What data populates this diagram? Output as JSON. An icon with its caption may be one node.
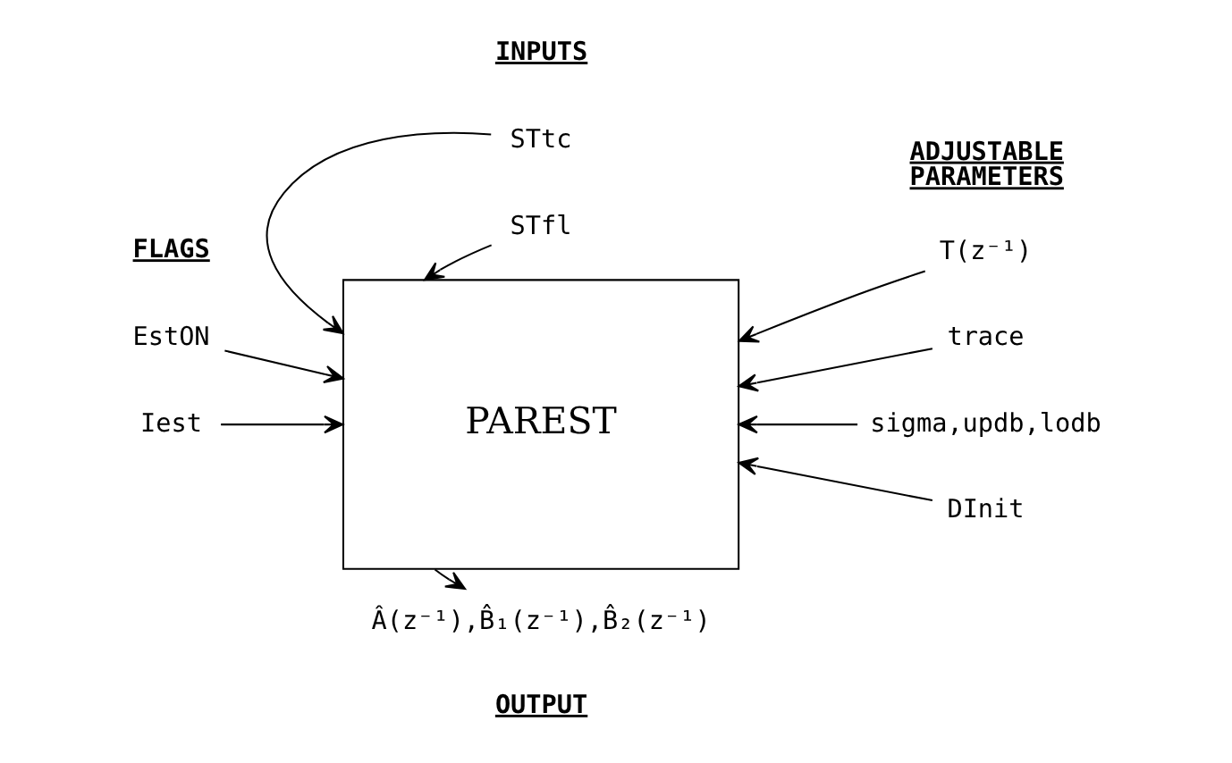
{
  "diagram": {
    "nodes": [
      {
        "text": [
          "STtc"
        ]
      },
      {
        "text": [
          "STfl"
        ]
      },
      {
        "text": [
          "EstON"
        ]
      },
      {
        "text": [
          "Iest"
        ]
      },
      {
        "text": [
          "PAREST"
        ]
      },
      {
        "text": [
          "T(z⁻¹)"
        ]
      },
      {
        "text": [
          "trace"
        ]
      },
      {
        "text": [
          "sigma,updb,lodb"
        ]
      },
      {
        "text": [
          "DInit"
        ]
      },
      {
        "text": [
          "Â(z⁻¹),B̂₁(z⁻¹),B̂₂(z⁻¹)"
        ]
      }
    ],
    "edges": [
      {
        "from": 0,
        "to": 4,
        "arrow": "to"
      },
      {
        "from": 1,
        "to": 4,
        "arrow": "to"
      },
      {
        "from": 2,
        "to": 4,
        "arrow": "to"
      },
      {
        "from": 3,
        "to": 4,
        "arrow": "to"
      },
      {
        "from": 5,
        "to": 4,
        "arrow": "to"
      },
      {
        "from": 6,
        "to": 4,
        "arrow": "to"
      },
      {
        "from": 7,
        "to": 4,
        "arrow": "to"
      },
      {
        "from": 8,
        "to": 4,
        "arrow": "to"
      },
      {
        "from": 4,
        "to": 9,
        "arrow": "to"
      }
    ],
    "labels": [
      "INPUTS",
      "FLAGS",
      "ADJUSTABLE PARAMETERS",
      "OUTPUT"
    ]
  }
}
